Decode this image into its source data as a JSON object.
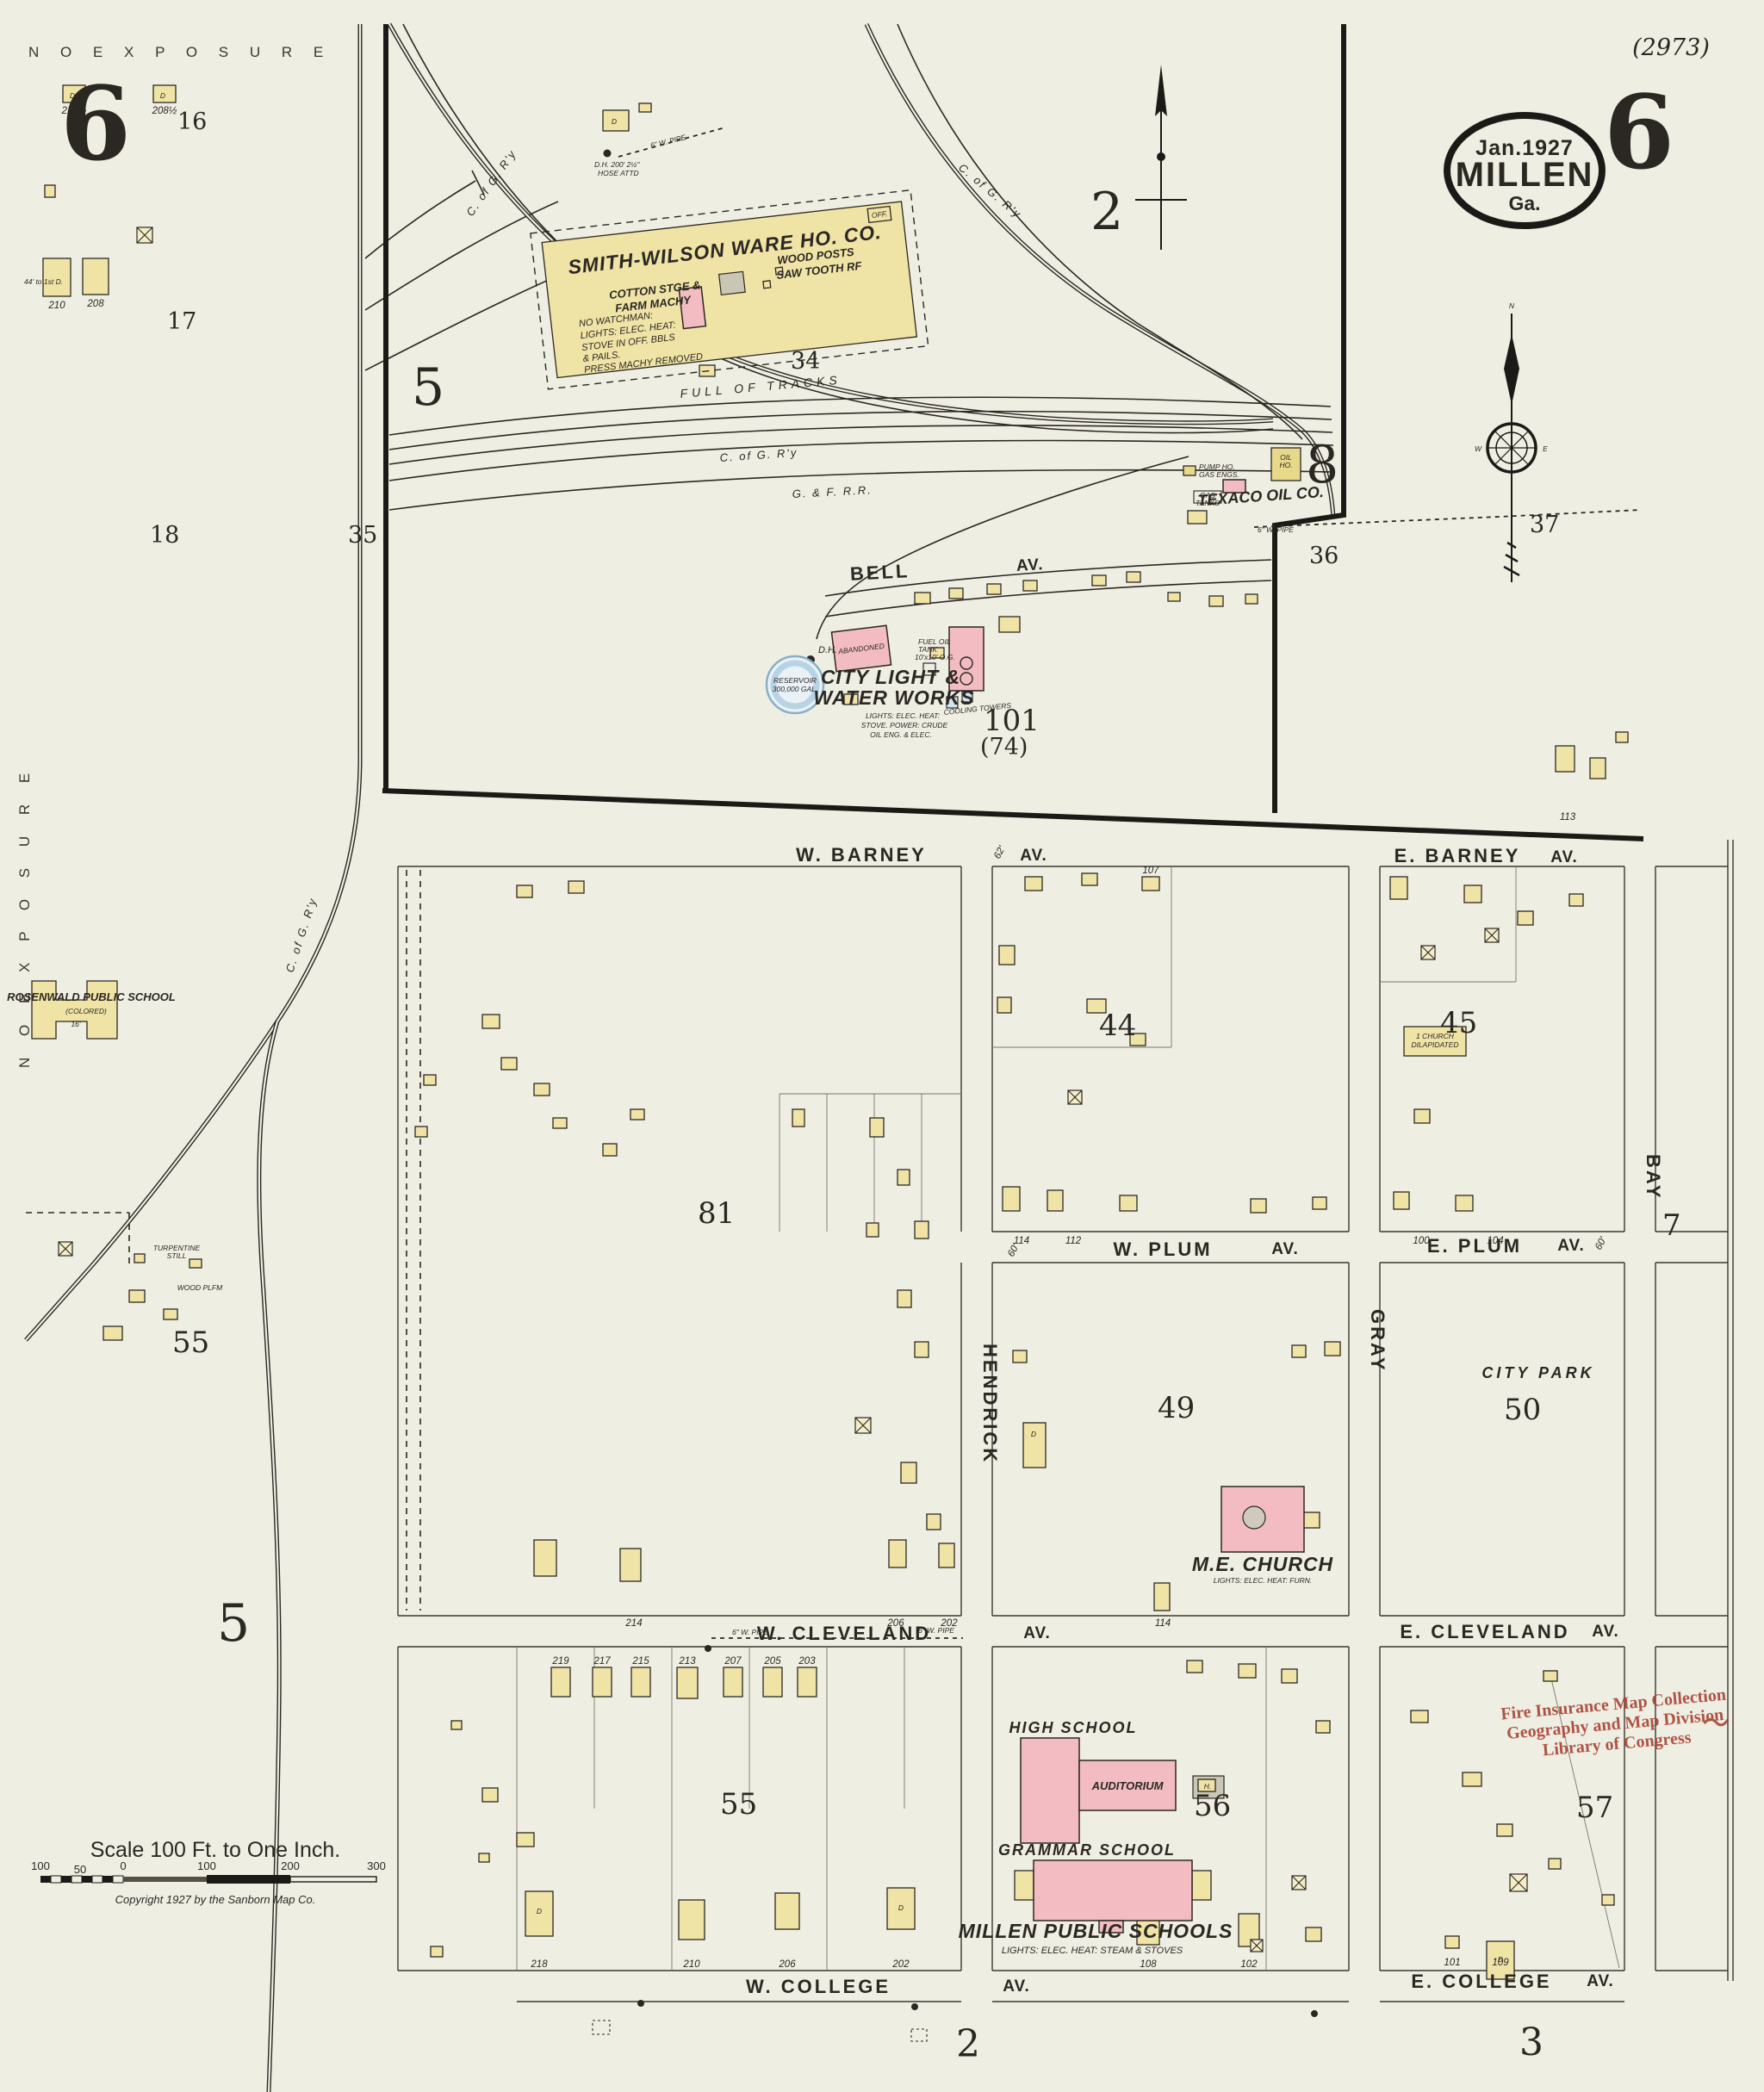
{
  "sheet": {
    "plate_note": "(2973)",
    "number_left": "6",
    "number_right": "6",
    "no_exposure_top": "N O   E X P O S U R E",
    "no_exposure_left": "N O  E X P O S U R E",
    "badge_date": "Jan.1927",
    "badge_city": "MILLEN",
    "badge_state": "Ga.",
    "compass_n": "N",
    "compass_w": "W",
    "compass_e": "E"
  },
  "scalebar": {
    "title": "Scale 100 Ft. to One Inch.",
    "tick_100l": "100",
    "tick_50": "50",
    "tick_0": "0",
    "tick_100r": "100",
    "tick_200": "200",
    "tick_300": "300",
    "copyright": "Copyright 1927 by the Sanborn Map Co."
  },
  "stamp": {
    "line1": "Fire Insurance Map Collection",
    "line2": "Geography and Map Division",
    "line3": "Library of Congress"
  },
  "railroads": {
    "cofg_a": "C. of G. R'y",
    "cofg_b": "C. of G. R'y",
    "cofg_c": "C. of G. R'y",
    "cofg_d": "C. of G. R'y",
    "gfrr": "G. & F. R.R.",
    "full_of_tracks": "FULL OF TRACKS"
  },
  "streets": {
    "w_barney": "W. BARNEY",
    "e_barney": "E. BARNEY",
    "w_plum": "W. PLUM",
    "e_plum": "E. PLUM",
    "w_cleveland": "W. CLEVELAND",
    "e_cleveland": "E. CLEVELAND",
    "w_college": "W. COLLEGE",
    "e_college": "E. COLLEGE",
    "bell": "BELL",
    "hendrick": "HENDRICK",
    "gray": "GRAY",
    "bay": "BAY",
    "av": "AV.",
    "width_60": "60'",
    "width_62": "62'"
  },
  "blocks": {
    "b2": "2",
    "b5": "5",
    "b5b": "5",
    "b8": "8",
    "b16": "16",
    "b17": "17",
    "b18": "18",
    "b34": "34",
    "b35": "35",
    "b36": "36",
    "b37": "37",
    "b44": "44",
    "b45": "45",
    "b49": "49",
    "b50": "50",
    "b55": "55",
    "b55b": "55",
    "b56": "56",
    "b57": "57",
    "b81": "81",
    "b7": "7",
    "b101": "101",
    "b74": "(74)",
    "b2_bottom": "2",
    "b3_bottom": "3"
  },
  "landmarks": {
    "warehouse": {
      "name": "SMITH-WILSON WARE HO. CO.",
      "line1": "COTTON STGE &",
      "line2": "FARM MACHY",
      "line3": "WOOD POSTS",
      "line4": "SAW TOOTH RF",
      "note1": "NO WATCHMAN:",
      "note2": "LIGHTS: ELEC. HEAT:",
      "note3": "STOVE IN OFF. BBLS",
      "note4": "& PAILS.",
      "note5": "PRESS MACHY REMOVED",
      "office": "OFF."
    },
    "texaco": {
      "name": "TEXACO OIL CO.",
      "pump1": "PUMP HO.",
      "pump2": "GAS ENGS.",
      "tanks1": "GAS",
      "tanks2": "TANKS",
      "oil1": "OIL",
      "oil2": "HO.",
      "pipe": "6\" W. PIPE"
    },
    "waterworks": {
      "name1": "CITY LIGHT &",
      "name2": "WATER WORKS",
      "res1": "RESERVOIR",
      "res2": "300,000 GAL.",
      "abandoned": "ABANDONED",
      "note1": "LIGHTS: ELEC. HEAT:",
      "note2": "STOVE. POWER: CRUDE",
      "note3": "OIL ENG. & ELEC.",
      "fuel1": "FUEL OIL",
      "fuel2": "TANK",
      "fuel3": "10'x10' O.G.",
      "cooling": "COOLING TOWERS",
      "dh": "D.H."
    },
    "rosenwald": {
      "name": "ROSENWALD PUBLIC SCHOOL",
      "sub": "(COLORED)",
      "dim": "16'"
    },
    "church": {
      "name": "M.E. CHURCH",
      "note": "LIGHTS: ELEC. HEAT: FURN."
    },
    "dilapidated": {
      "line1": "1 CHURCH",
      "line2": "DILAPIDATED"
    },
    "citypark": "CITY PARK",
    "schools": {
      "high": "HIGH SCHOOL",
      "auditorium": "AUDITORIUM",
      "grammar": "GRAMMAR SCHOOL",
      "name": "MILLEN PUBLIC SCHOOLS",
      "note": "LIGHTS: ELEC. HEAT: STEAM & STOVES",
      "h": "H."
    },
    "turpentine": {
      "line1": "TURPENTINE",
      "line2": "STILL",
      "plfm": "WOOD PLFM"
    },
    "pipe_note": "6\" W. PIPE",
    "hose_note1": "D.H. 200' 2½\"",
    "hose_note2": "HOSE ATTD",
    "d_label": "D"
  },
  "house_numbers": {
    "tl1": "210½",
    "tl2": "208½",
    "tl3": "210",
    "tl4": "208",
    "tl_note": "44' to 1st D.",
    "r113": "113",
    "b44_107": "107",
    "plum_114": "114",
    "plum_112": "112",
    "plum_100": "100",
    "plum_104": "104",
    "clev_n_214": "214",
    "clev_n_206": "206",
    "clev_n_202": "202",
    "clev_n_114": "114",
    "clev_s": [
      "219",
      "217",
      "215",
      "213",
      "207",
      "205",
      "203"
    ],
    "coll_w": [
      "218",
      "210",
      "206",
      "202"
    ],
    "coll_m": [
      "108",
      "102"
    ],
    "coll_e": [
      "101",
      "109"
    ]
  }
}
